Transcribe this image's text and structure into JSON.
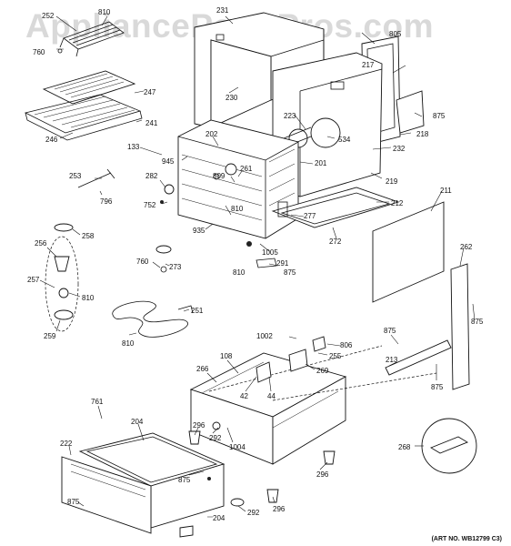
{
  "watermark": "AppliancePartsPros.com",
  "art_number": "(ART NO. WB12799 C3)",
  "callouts": [
    "252",
    "810",
    "760",
    "247",
    "241",
    "246",
    "231",
    "230",
    "217",
    "805",
    "875",
    "218",
    "223",
    "534",
    "232",
    "219",
    "212",
    "211",
    "262",
    "875",
    "133",
    "945",
    "202",
    "201",
    "261",
    "809",
    "810",
    "282",
    "752",
    "935",
    "277",
    "272",
    "1005",
    "291",
    "810",
    "875",
    "253",
    "796",
    "258",
    "256",
    "257",
    "810",
    "259",
    "760",
    "273",
    "251",
    "810",
    "1002",
    "806",
    "255",
    "269",
    "108",
    "266",
    "42",
    "44",
    "875",
    "213",
    "875",
    "761",
    "204",
    "296",
    "292",
    "1004",
    "222",
    "875",
    "204",
    "292",
    "296",
    "296",
    "268"
  ],
  "colors": {
    "line": "#111111",
    "background": "#ffffff",
    "watermark": "#787878"
  }
}
